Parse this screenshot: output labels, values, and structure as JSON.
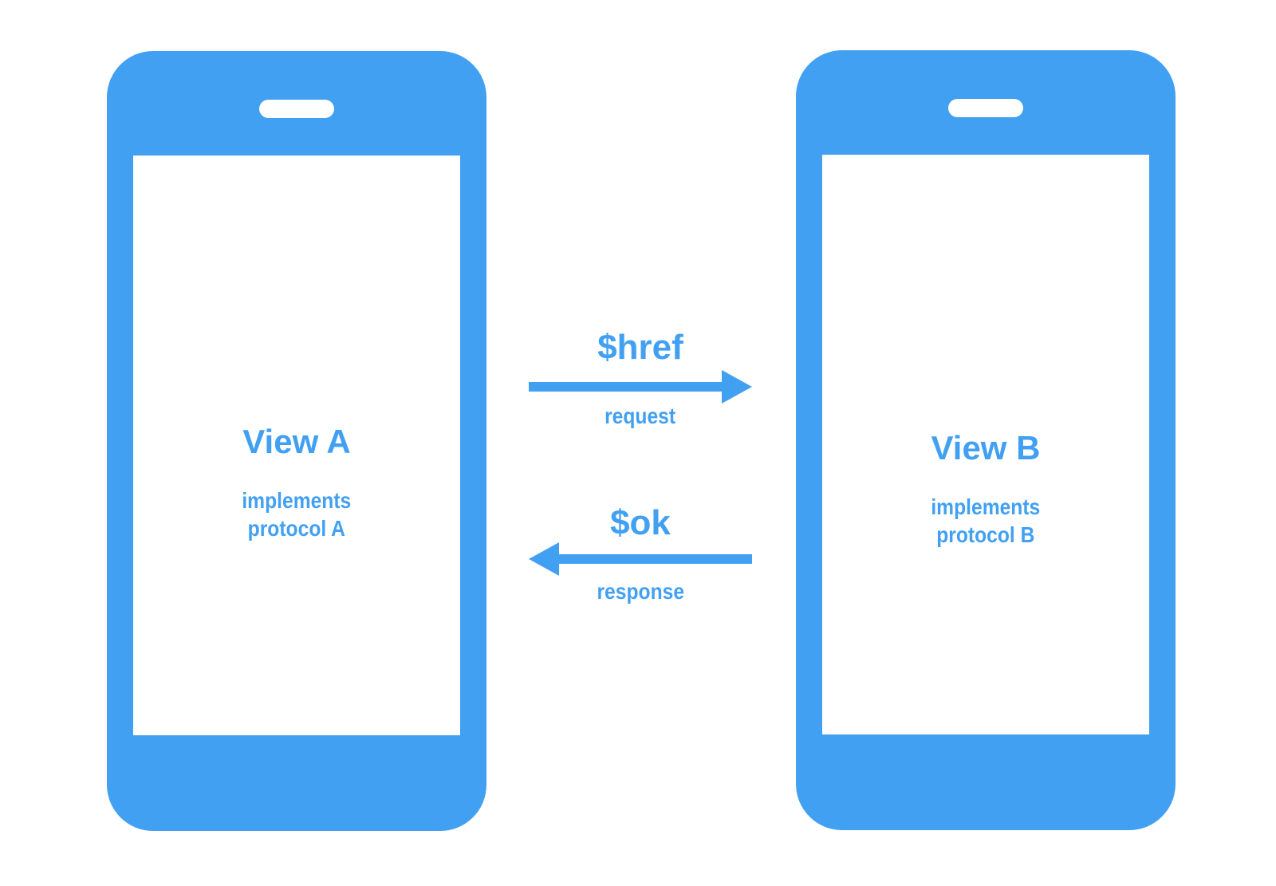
{
  "colors": {
    "accent": "#42A0F2",
    "screen": "#FFFFFF",
    "background": "#FFFFFF"
  },
  "phones": [
    {
      "id": "view-a",
      "title": "View A",
      "subtitle": "implements\nprotocol A"
    },
    {
      "id": "view-b",
      "title": "View B",
      "subtitle": "implements\nprotocol B"
    }
  ],
  "arrows": [
    {
      "direction": "right",
      "label": "$href",
      "sublabel": "request"
    },
    {
      "direction": "left",
      "label": "$ok",
      "sublabel": "response"
    }
  ]
}
